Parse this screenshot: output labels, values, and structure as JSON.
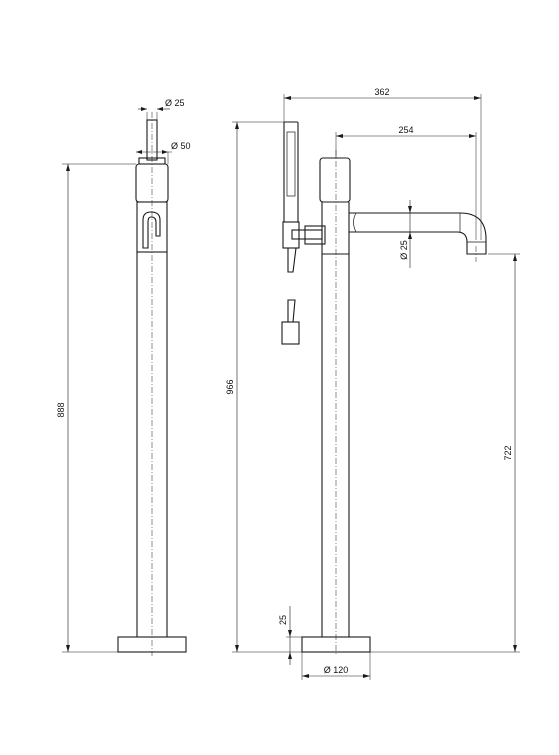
{
  "dimensions": {
    "side_total_height": "888",
    "front_total_height": "966",
    "handshower_diameter": "Ø 25",
    "handle_diameter": "Ø 50",
    "overall_width": "362",
    "spout_reach": "254",
    "spout_diameter": "Ø 25",
    "spout_height": "722",
    "base_thickness": "25",
    "base_diameter": "Ø 120"
  }
}
